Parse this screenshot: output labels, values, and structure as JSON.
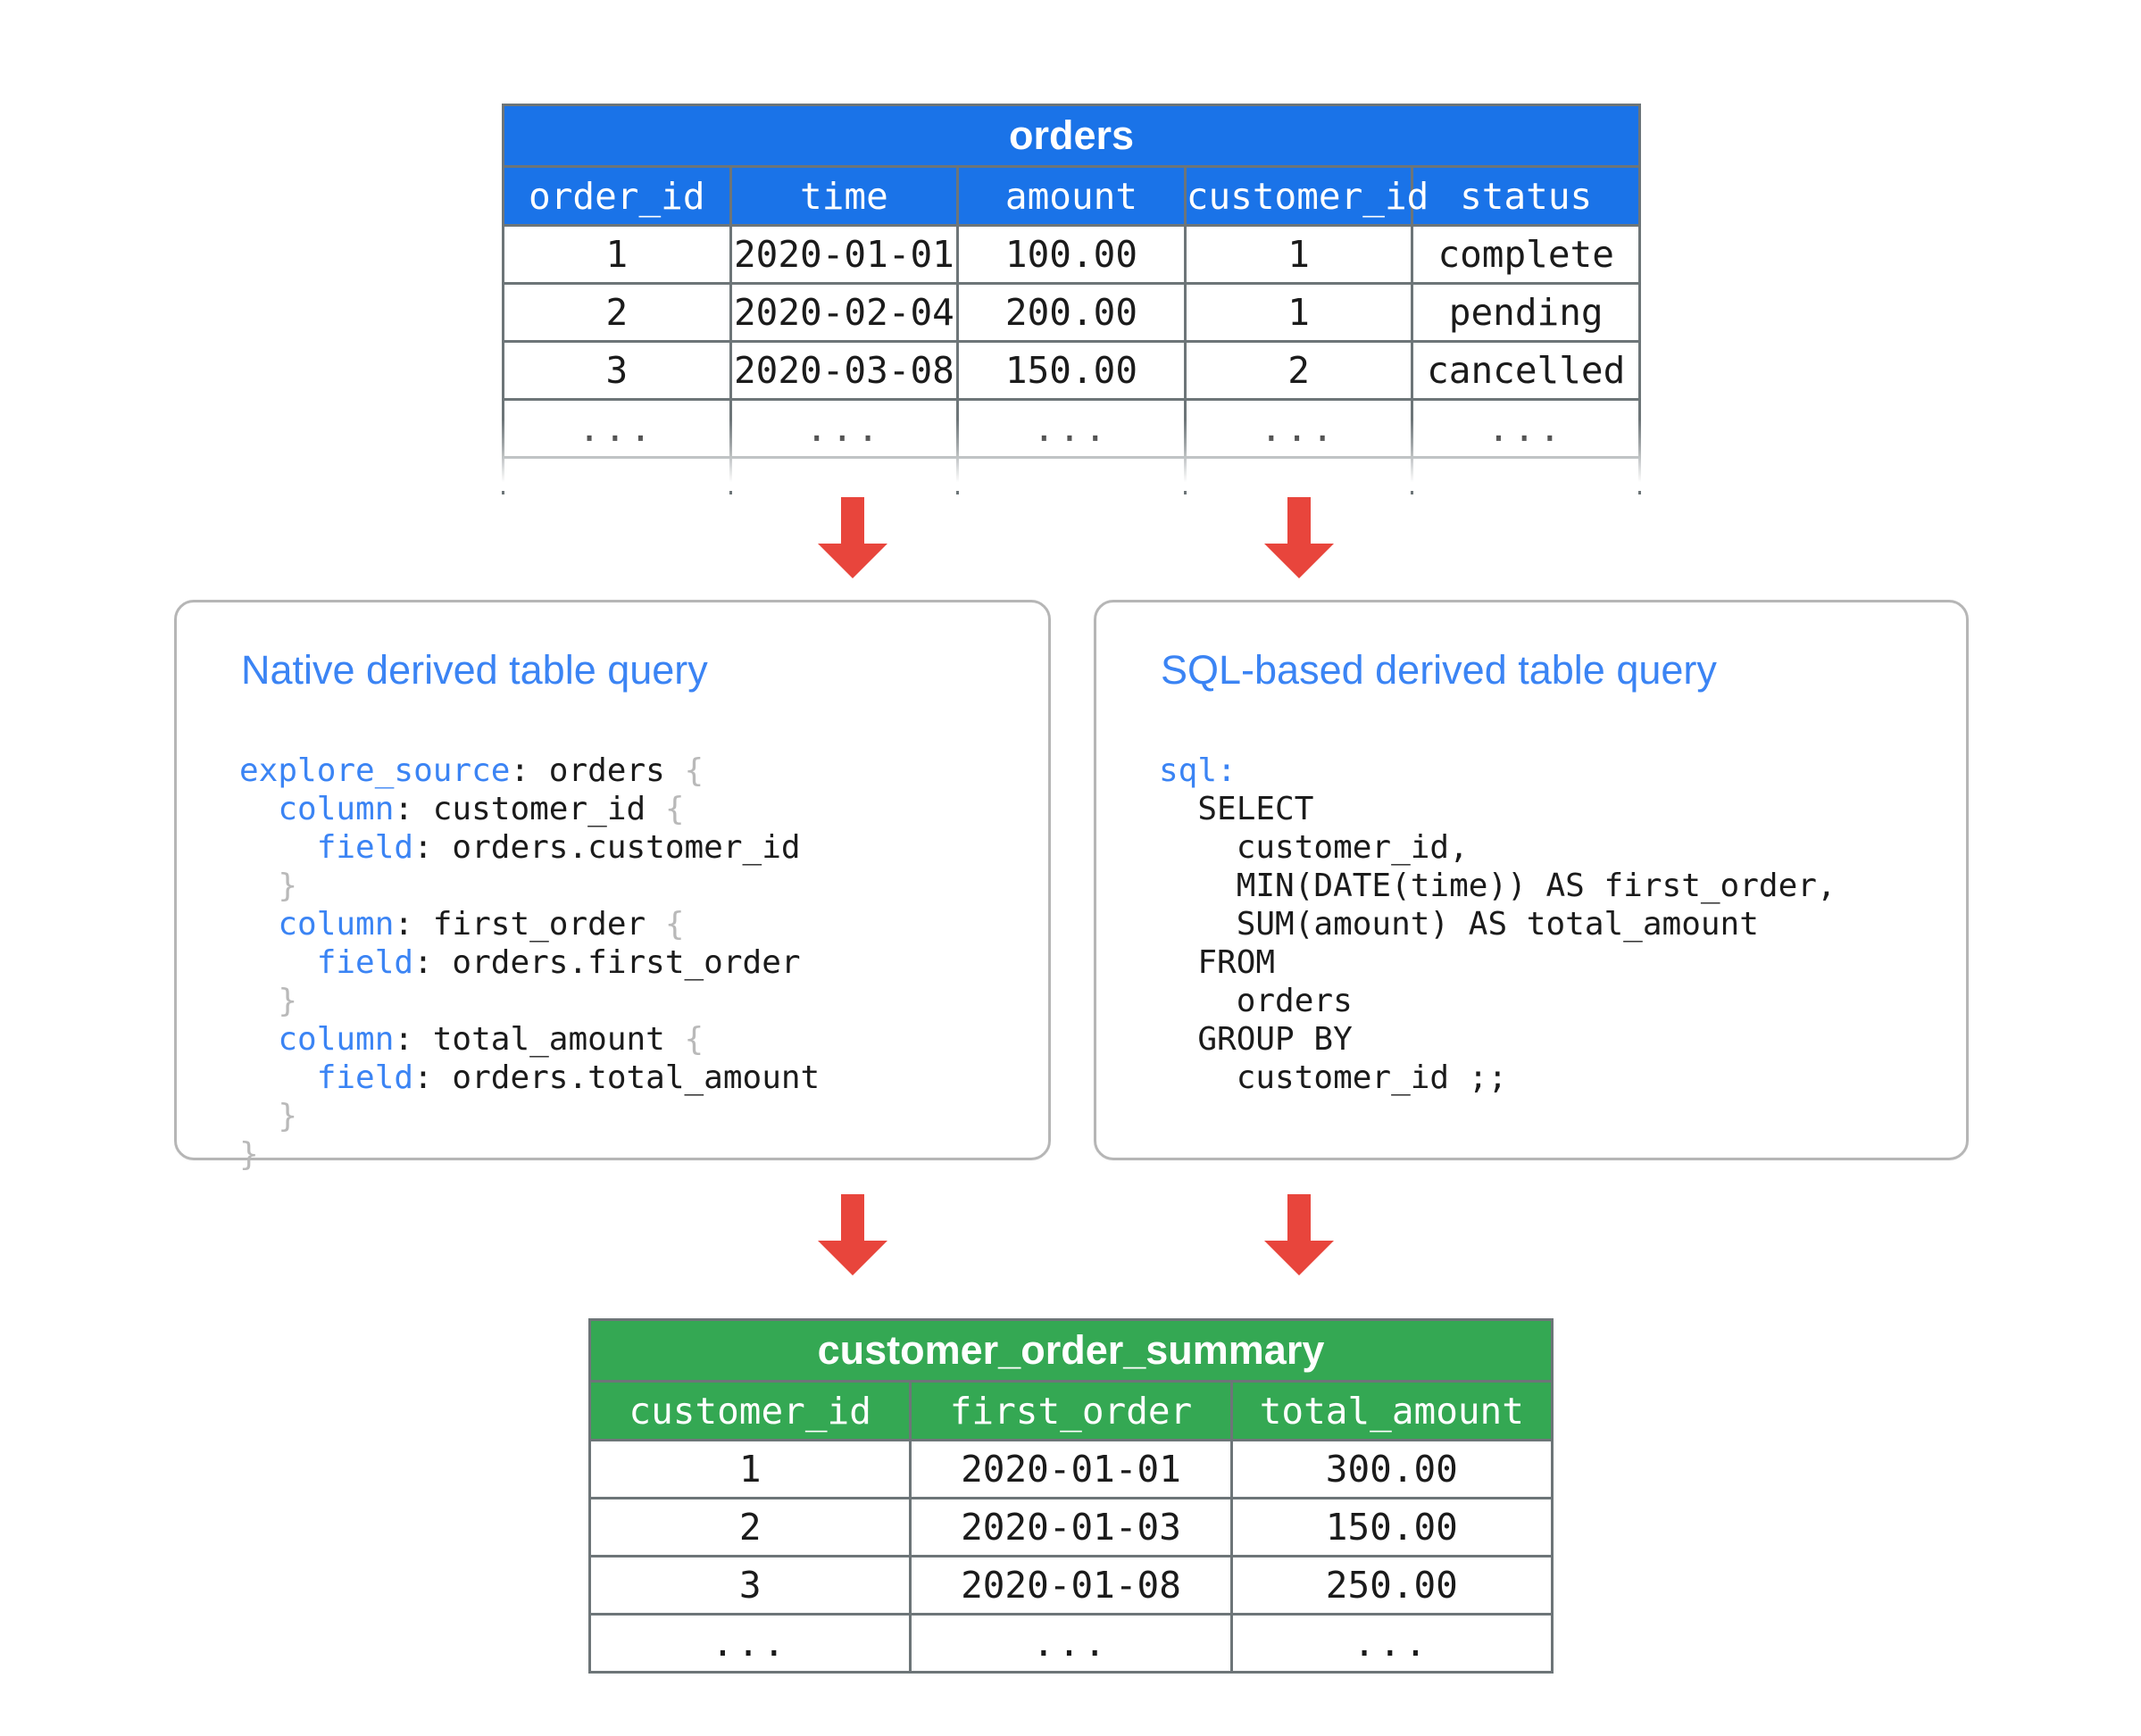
{
  "diagram": {
    "title": "Derived table query to summary table flow",
    "colors": {
      "source_table_header": "#1a73e8",
      "result_table_header": "#34a853",
      "arrow": "#e8453c",
      "card_border": "#b6b6b6",
      "card_title": "#3b84f4",
      "code_keyword": "#3b84f4",
      "code_brace": "#b9b9b9",
      "table_border": "#6d7578"
    }
  },
  "source_table": {
    "name": "orders",
    "columns": [
      "order_id",
      "time",
      "amount",
      "customer_id",
      "status"
    ],
    "rows": [
      [
        "1",
        "2020-01-01",
        "100.00",
        "1",
        "complete"
      ],
      [
        "2",
        "2020-02-04",
        "200.00",
        "1",
        "pending"
      ],
      [
        "3",
        "2020-03-08",
        "150.00",
        "2",
        "cancelled"
      ],
      [
        "...",
        "...",
        "...",
        "...",
        "..."
      ]
    ],
    "has_truncated_row": true
  },
  "cards": [
    {
      "id": "native",
      "title": "Native derived table query",
      "code_lines": [
        [
          {
            "t": "explore_source",
            "c": "kw"
          },
          {
            "t": ": orders ",
            "c": ""
          },
          {
            "t": "{",
            "c": "brc"
          }
        ],
        [
          {
            "t": "  ",
            "c": ""
          },
          {
            "t": "column",
            "c": "kw"
          },
          {
            "t": ": customer_id ",
            "c": ""
          },
          {
            "t": "{",
            "c": "brc"
          }
        ],
        [
          {
            "t": "    ",
            "c": ""
          },
          {
            "t": "field",
            "c": "kw"
          },
          {
            "t": ": orders.customer_id",
            "c": ""
          }
        ],
        [
          {
            "t": "  ",
            "c": ""
          },
          {
            "t": "}",
            "c": "brc"
          }
        ],
        [
          {
            "t": "  ",
            "c": ""
          },
          {
            "t": "column",
            "c": "kw"
          },
          {
            "t": ": first_order ",
            "c": ""
          },
          {
            "t": "{",
            "c": "brc"
          }
        ],
        [
          {
            "t": "    ",
            "c": ""
          },
          {
            "t": "field",
            "c": "kw"
          },
          {
            "t": ": orders.first_order",
            "c": ""
          }
        ],
        [
          {
            "t": "  ",
            "c": ""
          },
          {
            "t": "}",
            "c": "brc"
          }
        ],
        [
          {
            "t": "  ",
            "c": ""
          },
          {
            "t": "column",
            "c": "kw"
          },
          {
            "t": ": total_amount ",
            "c": ""
          },
          {
            "t": "{",
            "c": "brc"
          }
        ],
        [
          {
            "t": "    ",
            "c": ""
          },
          {
            "t": "field",
            "c": "kw"
          },
          {
            "t": ": orders.total_amount",
            "c": ""
          }
        ],
        [
          {
            "t": "  ",
            "c": ""
          },
          {
            "t": "}",
            "c": "brc"
          }
        ],
        [
          {
            "t": "}",
            "c": "brc"
          }
        ]
      ]
    },
    {
      "id": "sql",
      "title": "SQL-based derived table query",
      "code_lines": [
        [
          {
            "t": "sql",
            "c": "kw"
          },
          {
            "t": ":",
            "c": "kw"
          }
        ],
        [
          {
            "t": "  SELECT",
            "c": ""
          }
        ],
        [
          {
            "t": "    customer_id,",
            "c": ""
          }
        ],
        [
          {
            "t": "    MIN(DATE(time)) AS first_order,",
            "c": ""
          }
        ],
        [
          {
            "t": "    SUM(amount) AS total_amount",
            "c": ""
          }
        ],
        [
          {
            "t": "  FROM",
            "c": ""
          }
        ],
        [
          {
            "t": "    orders",
            "c": ""
          }
        ],
        [
          {
            "t": "  GROUP BY",
            "c": ""
          }
        ],
        [
          {
            "t": "    customer_id ;;",
            "c": ""
          }
        ]
      ]
    }
  ],
  "result_table": {
    "name": "customer_order_summary",
    "columns": [
      "customer_id",
      "first_order",
      "total_amount"
    ],
    "rows": [
      [
        "1",
        "2020-01-01",
        "300.00"
      ],
      [
        "2",
        "2020-01-03",
        "150.00"
      ],
      [
        "3",
        "2020-01-08",
        "250.00"
      ],
      [
        "...",
        "...",
        "..."
      ]
    ]
  },
  "arrows": [
    {
      "name": "arrow-orders-to-native",
      "from": "orders",
      "to": "native-card"
    },
    {
      "name": "arrow-orders-to-sql",
      "from": "orders",
      "to": "sql-card"
    },
    {
      "name": "arrow-native-to-summary",
      "from": "native-card",
      "to": "customer_order_summary"
    },
    {
      "name": "arrow-sql-to-summary",
      "from": "sql-card",
      "to": "customer_order_summary"
    }
  ]
}
